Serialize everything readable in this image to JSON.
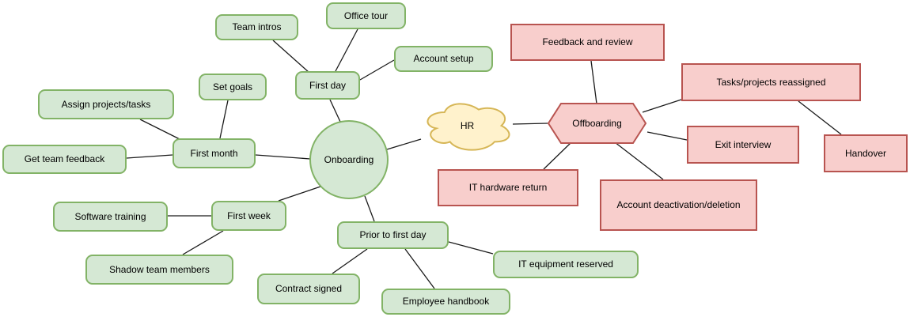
{
  "diagram": {
    "center_topic": "HR",
    "left_branch": "Onboarding",
    "right_branch": "Offboarding"
  },
  "colors": {
    "background": "#ffffff",
    "green_fill": "#d5e8d4",
    "green_stroke": "#82b366",
    "red_fill": "#f8cecc",
    "red_stroke": "#b85450",
    "yellow_fill": "#fff2cc",
    "yellow_stroke": "#d6b656",
    "edge": "#1a1a1a",
    "text": "#000000"
  },
  "nodes": {
    "hr": {
      "label": "HR",
      "shape": "cloud",
      "theme": "yellow"
    },
    "onboarding": {
      "label": "Onboarding",
      "shape": "circle",
      "theme": "green"
    },
    "offboarding": {
      "label": "Offboarding",
      "shape": "hexagon",
      "theme": "red"
    },
    "first_day": {
      "label": "First day",
      "shape": "rounded-rectangle",
      "theme": "green"
    },
    "team_intros": {
      "label": "Team intros",
      "shape": "rounded-rectangle",
      "theme": "green"
    },
    "office_tour": {
      "label": "Office tour",
      "shape": "rounded-rectangle",
      "theme": "green"
    },
    "account_setup": {
      "label": "Account setup",
      "shape": "rounded-rectangle",
      "theme": "green"
    },
    "first_month": {
      "label": "First month",
      "shape": "rounded-rectangle",
      "theme": "green"
    },
    "set_goals": {
      "label": "Set goals",
      "shape": "rounded-rectangle",
      "theme": "green"
    },
    "assign_projects_tasks": {
      "label": "Assign projects/tasks",
      "shape": "rounded-rectangle",
      "theme": "green"
    },
    "get_team_feedback": {
      "label": "Get team feedback",
      "shape": "rounded-rectangle",
      "theme": "green"
    },
    "first_week": {
      "label": "First week",
      "shape": "rounded-rectangle",
      "theme": "green"
    },
    "software_training": {
      "label": "Software training",
      "shape": "rounded-rectangle",
      "theme": "green"
    },
    "shadow_team_members": {
      "label": "Shadow team members",
      "shape": "rounded-rectangle",
      "theme": "green"
    },
    "prior_to_first_day": {
      "label": "Prior to first day",
      "shape": "rounded-rectangle",
      "theme": "green"
    },
    "contract_signed": {
      "label": "Contract signed",
      "shape": "rounded-rectangle",
      "theme": "green"
    },
    "employee_handbook": {
      "label": "Employee handbook",
      "shape": "rounded-rectangle",
      "theme": "green"
    },
    "it_equipment_reserved": {
      "label": "IT equipment reserved",
      "shape": "rounded-rectangle",
      "theme": "green"
    },
    "feedback_and_review": {
      "label": "Feedback and review",
      "shape": "rectangle",
      "theme": "red"
    },
    "tasks_projects_reassigned": {
      "label": "Tasks/projects reassigned",
      "shape": "rectangle",
      "theme": "red"
    },
    "exit_interview": {
      "label": "Exit interview",
      "shape": "rectangle",
      "theme": "red"
    },
    "handover": {
      "label": "Handover",
      "shape": "rectangle",
      "theme": "red"
    },
    "account_deactivation_deletion": {
      "label": "Account deactivation/deletion",
      "shape": "rectangle",
      "theme": "red"
    },
    "it_hardware_return": {
      "label": "IT hardware return",
      "shape": "rectangle",
      "theme": "red"
    }
  },
  "edges": [
    {
      "from": "HR",
      "to": "Onboarding"
    },
    {
      "from": "HR",
      "to": "Offboarding"
    },
    {
      "from": "Onboarding",
      "to": "First day"
    },
    {
      "from": "Onboarding",
      "to": "First month"
    },
    {
      "from": "Onboarding",
      "to": "First week"
    },
    {
      "from": "Onboarding",
      "to": "Prior to first day"
    },
    {
      "from": "First day",
      "to": "Team intros"
    },
    {
      "from": "First day",
      "to": "Office tour"
    },
    {
      "from": "First day",
      "to": "Account setup"
    },
    {
      "from": "First month",
      "to": "Set goals"
    },
    {
      "from": "First month",
      "to": "Assign projects/tasks"
    },
    {
      "from": "First month",
      "to": "Get team feedback"
    },
    {
      "from": "First week",
      "to": "Software training"
    },
    {
      "from": "First week",
      "to": "Shadow team members"
    },
    {
      "from": "Prior to first day",
      "to": "Contract signed"
    },
    {
      "from": "Prior to first day",
      "to": "Employee handbook"
    },
    {
      "from": "Prior to first day",
      "to": "IT equipment reserved"
    },
    {
      "from": "Offboarding",
      "to": "Feedback and review"
    },
    {
      "from": "Offboarding",
      "to": "Tasks/projects reassigned"
    },
    {
      "from": "Offboarding",
      "to": "Exit interview"
    },
    {
      "from": "Offboarding",
      "to": "Account deactivation/deletion"
    },
    {
      "from": "Offboarding",
      "to": "IT hardware return"
    },
    {
      "from": "Tasks/projects reassigned",
      "to": "Handover"
    }
  ]
}
